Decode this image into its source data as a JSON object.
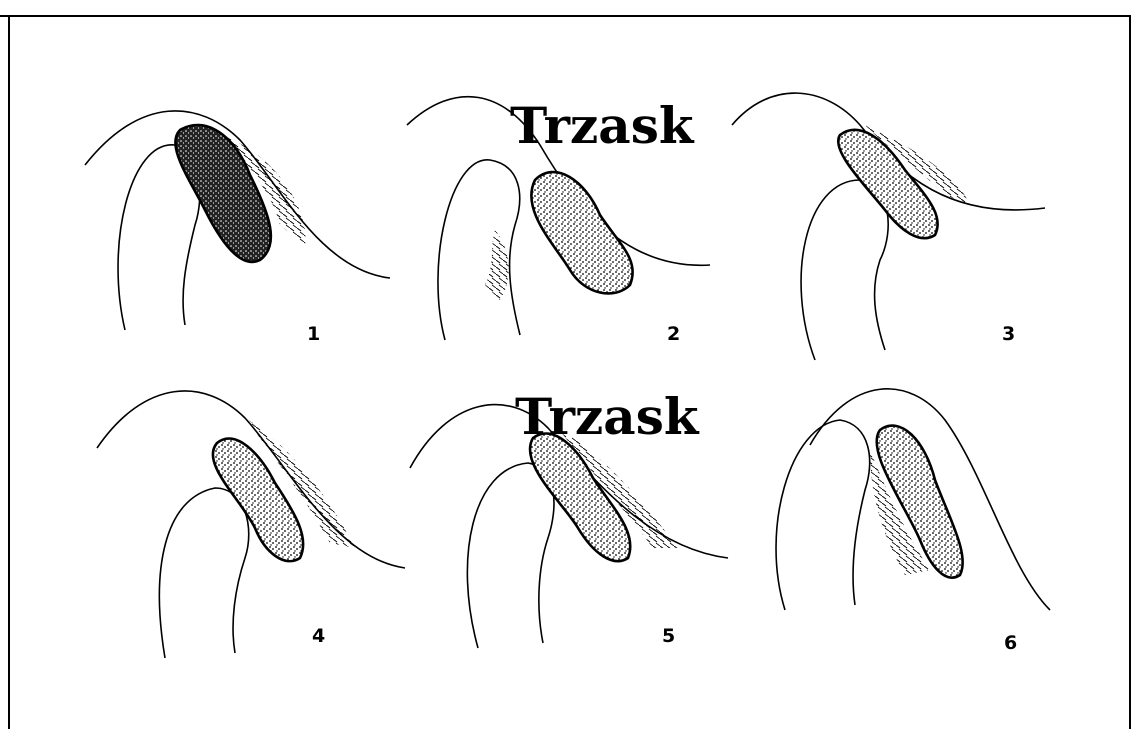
{
  "sound_label": "Trzask",
  "panels": [
    {
      "number": "1",
      "has_sound": false
    },
    {
      "number": "2",
      "has_sound": true
    },
    {
      "number": "3",
      "has_sound": false
    },
    {
      "number": "4",
      "has_sound": false
    },
    {
      "number": "5",
      "has_sound": true
    },
    {
      "number": "6",
      "has_sound": false
    }
  ]
}
